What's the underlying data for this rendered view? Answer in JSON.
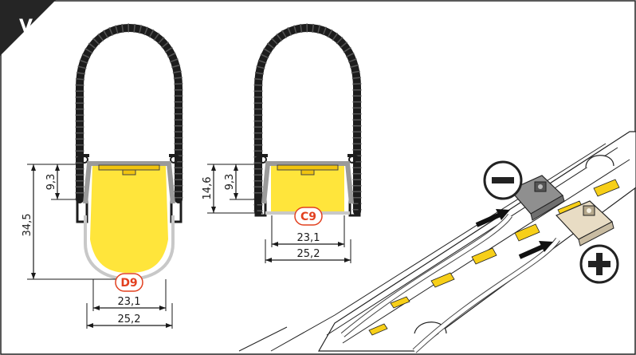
{
  "corner_badge": {
    "label": "V"
  },
  "profile_left": {
    "label": "D9",
    "dims": {
      "height_total": "34,5",
      "height_inner": "9,3",
      "width_inner": "23,1",
      "width_outer": "25,2"
    }
  },
  "profile_right": {
    "label": "C9",
    "dims": {
      "height_total": "14,6",
      "height_inner": "9,3",
      "width_inner": "23,1",
      "width_outer": "25,2"
    }
  },
  "connectors": {
    "minus_symbol": "minus-icon",
    "plus_symbol": "plus-icon"
  },
  "colors": {
    "led_yellow": "#ffe53b",
    "label_red": "#e2401f",
    "profile_dark": "#1d1d1d",
    "clip_gray": "#9a9a9a",
    "strip_yellow": "#f7cf18",
    "connector_gray": "#8f8f8f",
    "connector_beige": "#e8dcc4"
  }
}
